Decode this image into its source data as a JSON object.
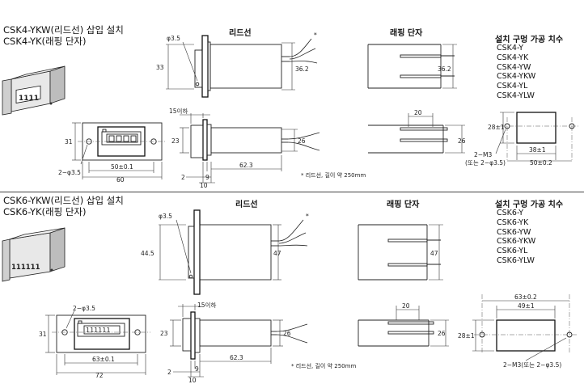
{
  "csk4": {
    "title_line1": "CSK4-YKW(리드선) 삽입 설치",
    "title_line2": "CSK4-YK(래핑 단자)",
    "header_lead": "리드선",
    "header_wrap": "래핑 단자",
    "header_cutout": "설치 구멍 가공 치수",
    "models": [
      "CSK4-Y",
      "CSK4-YK",
      "CSK4-YW",
      "CSK4-YKW",
      "CSK4-YL",
      "CSK4-YLW"
    ],
    "counter_digits": "1111",
    "dims": {
      "d1": "φ3.5",
      "d2": "33",
      "d3": "36.2",
      "d4": "15이하",
      "d5": "23",
      "d6": "26",
      "d7": "31",
      "d8": "2−φ3.5",
      "d9": "50±0.1",
      "d10": "60",
      "d11": "2",
      "d12": "9",
      "d13": "10",
      "d14": "62.3",
      "d15": "20",
      "d16": "36.2",
      "d17": "26",
      "d18": "28±1",
      "d19": "38±1",
      "d20": "50±0.2",
      "d21": "2−M3",
      "d22": "(또는 2−φ3.5)",
      "star": "*"
    },
    "note": "* 리드선, 길이 약 250mm"
  },
  "csk6": {
    "title_line1": "CSK6-YKW(리드선) 삽입 설치",
    "title_line2": "CSK6-YK(래핑 단자)",
    "header_lead": "리드선",
    "header_wrap": "래핑 단자",
    "header_cutout": "설치 구멍 가공 치수",
    "models": [
      "CSK6-Y",
      "CSK6-YK",
      "CSK6-YW",
      "CSK6-YKW",
      "CSK6-YL",
      "CSK6-YLW"
    ],
    "counter_digits": "111111",
    "dims": {
      "d1": "φ3.5",
      "d2": "44.5",
      "d3": "47",
      "d4": "15이하",
      "d5": "23",
      "d6": "26",
      "d7": "31",
      "d8": "2−φ3.5",
      "d9": "63±0.1",
      "d10": "72",
      "d11": "2",
      "d12": "9",
      "d13": "10",
      "d14": "62.3",
      "d15": "20",
      "d16": "47",
      "d17": "26",
      "d18": "28±1",
      "d19": "63±0.2",
      "d20": "49±1",
      "d21": "2−M3(또는 2−φ3.5)",
      "star": "*"
    },
    "note": "* 리드선, 길이 약 250mm"
  }
}
